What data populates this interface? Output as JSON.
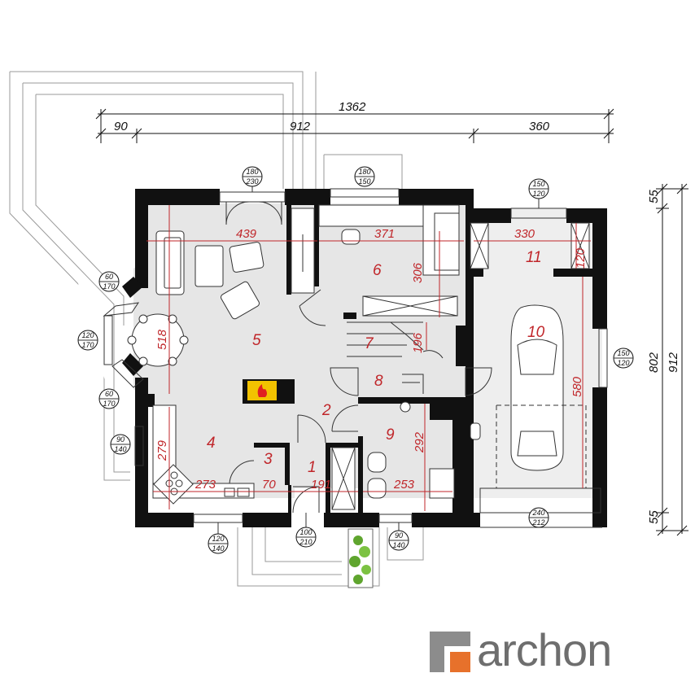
{
  "overall_dims": {
    "total_width": "1362",
    "seg_left": "90",
    "seg_main": "912",
    "seg_garage": "360",
    "right_total": "912",
    "right_main": "802",
    "right_top": "55",
    "right_bottom": "55"
  },
  "rooms": [
    {
      "id": "1",
      "label": "1"
    },
    {
      "id": "2",
      "label": "2"
    },
    {
      "id": "3",
      "label": "3"
    },
    {
      "id": "4",
      "label": "4"
    },
    {
      "id": "5",
      "label": "5"
    },
    {
      "id": "6",
      "label": "6"
    },
    {
      "id": "7",
      "label": "7"
    },
    {
      "id": "8",
      "label": "8"
    },
    {
      "id": "9",
      "label": "9"
    },
    {
      "id": "10",
      "label": "10"
    },
    {
      "id": "11",
      "label": "11"
    }
  ],
  "interior_dims": {
    "d439": "439",
    "d371": "371",
    "d330": "330",
    "d120": "120",
    "d306": "306",
    "d196": "196",
    "d518": "518",
    "d279": "279",
    "d292": "292",
    "d580": "580",
    "d273": "273",
    "d70": "70",
    "d191": "191",
    "d253": "253"
  },
  "openings": [
    {
      "top": "180",
      "bottom": "230"
    },
    {
      "top": "180",
      "bottom": "150"
    },
    {
      "top": "150",
      "bottom": "120"
    },
    {
      "top": "60",
      "bottom": "170"
    },
    {
      "top": "120",
      "bottom": "170"
    },
    {
      "top": "60",
      "bottom": "170"
    },
    {
      "top": "90",
      "bottom": "140"
    },
    {
      "top": "150",
      "bottom": "120"
    },
    {
      "top": "240",
      "bottom": "212"
    },
    {
      "top": "120",
      "bottom": "140"
    },
    {
      "top": "100",
      "bottom": "210"
    },
    {
      "top": "90",
      "bottom": "140"
    }
  ],
  "brand": {
    "name": "archon",
    "mark_colors": {
      "gray": "#8c8c8c",
      "orange": "#e7712b"
    },
    "text_color": "#6e6e6e"
  },
  "colors": {
    "wall": "#111111",
    "floor": "#e6e6e6",
    "dimension_red": "#c0262a",
    "fireplace": "#f2c200"
  }
}
